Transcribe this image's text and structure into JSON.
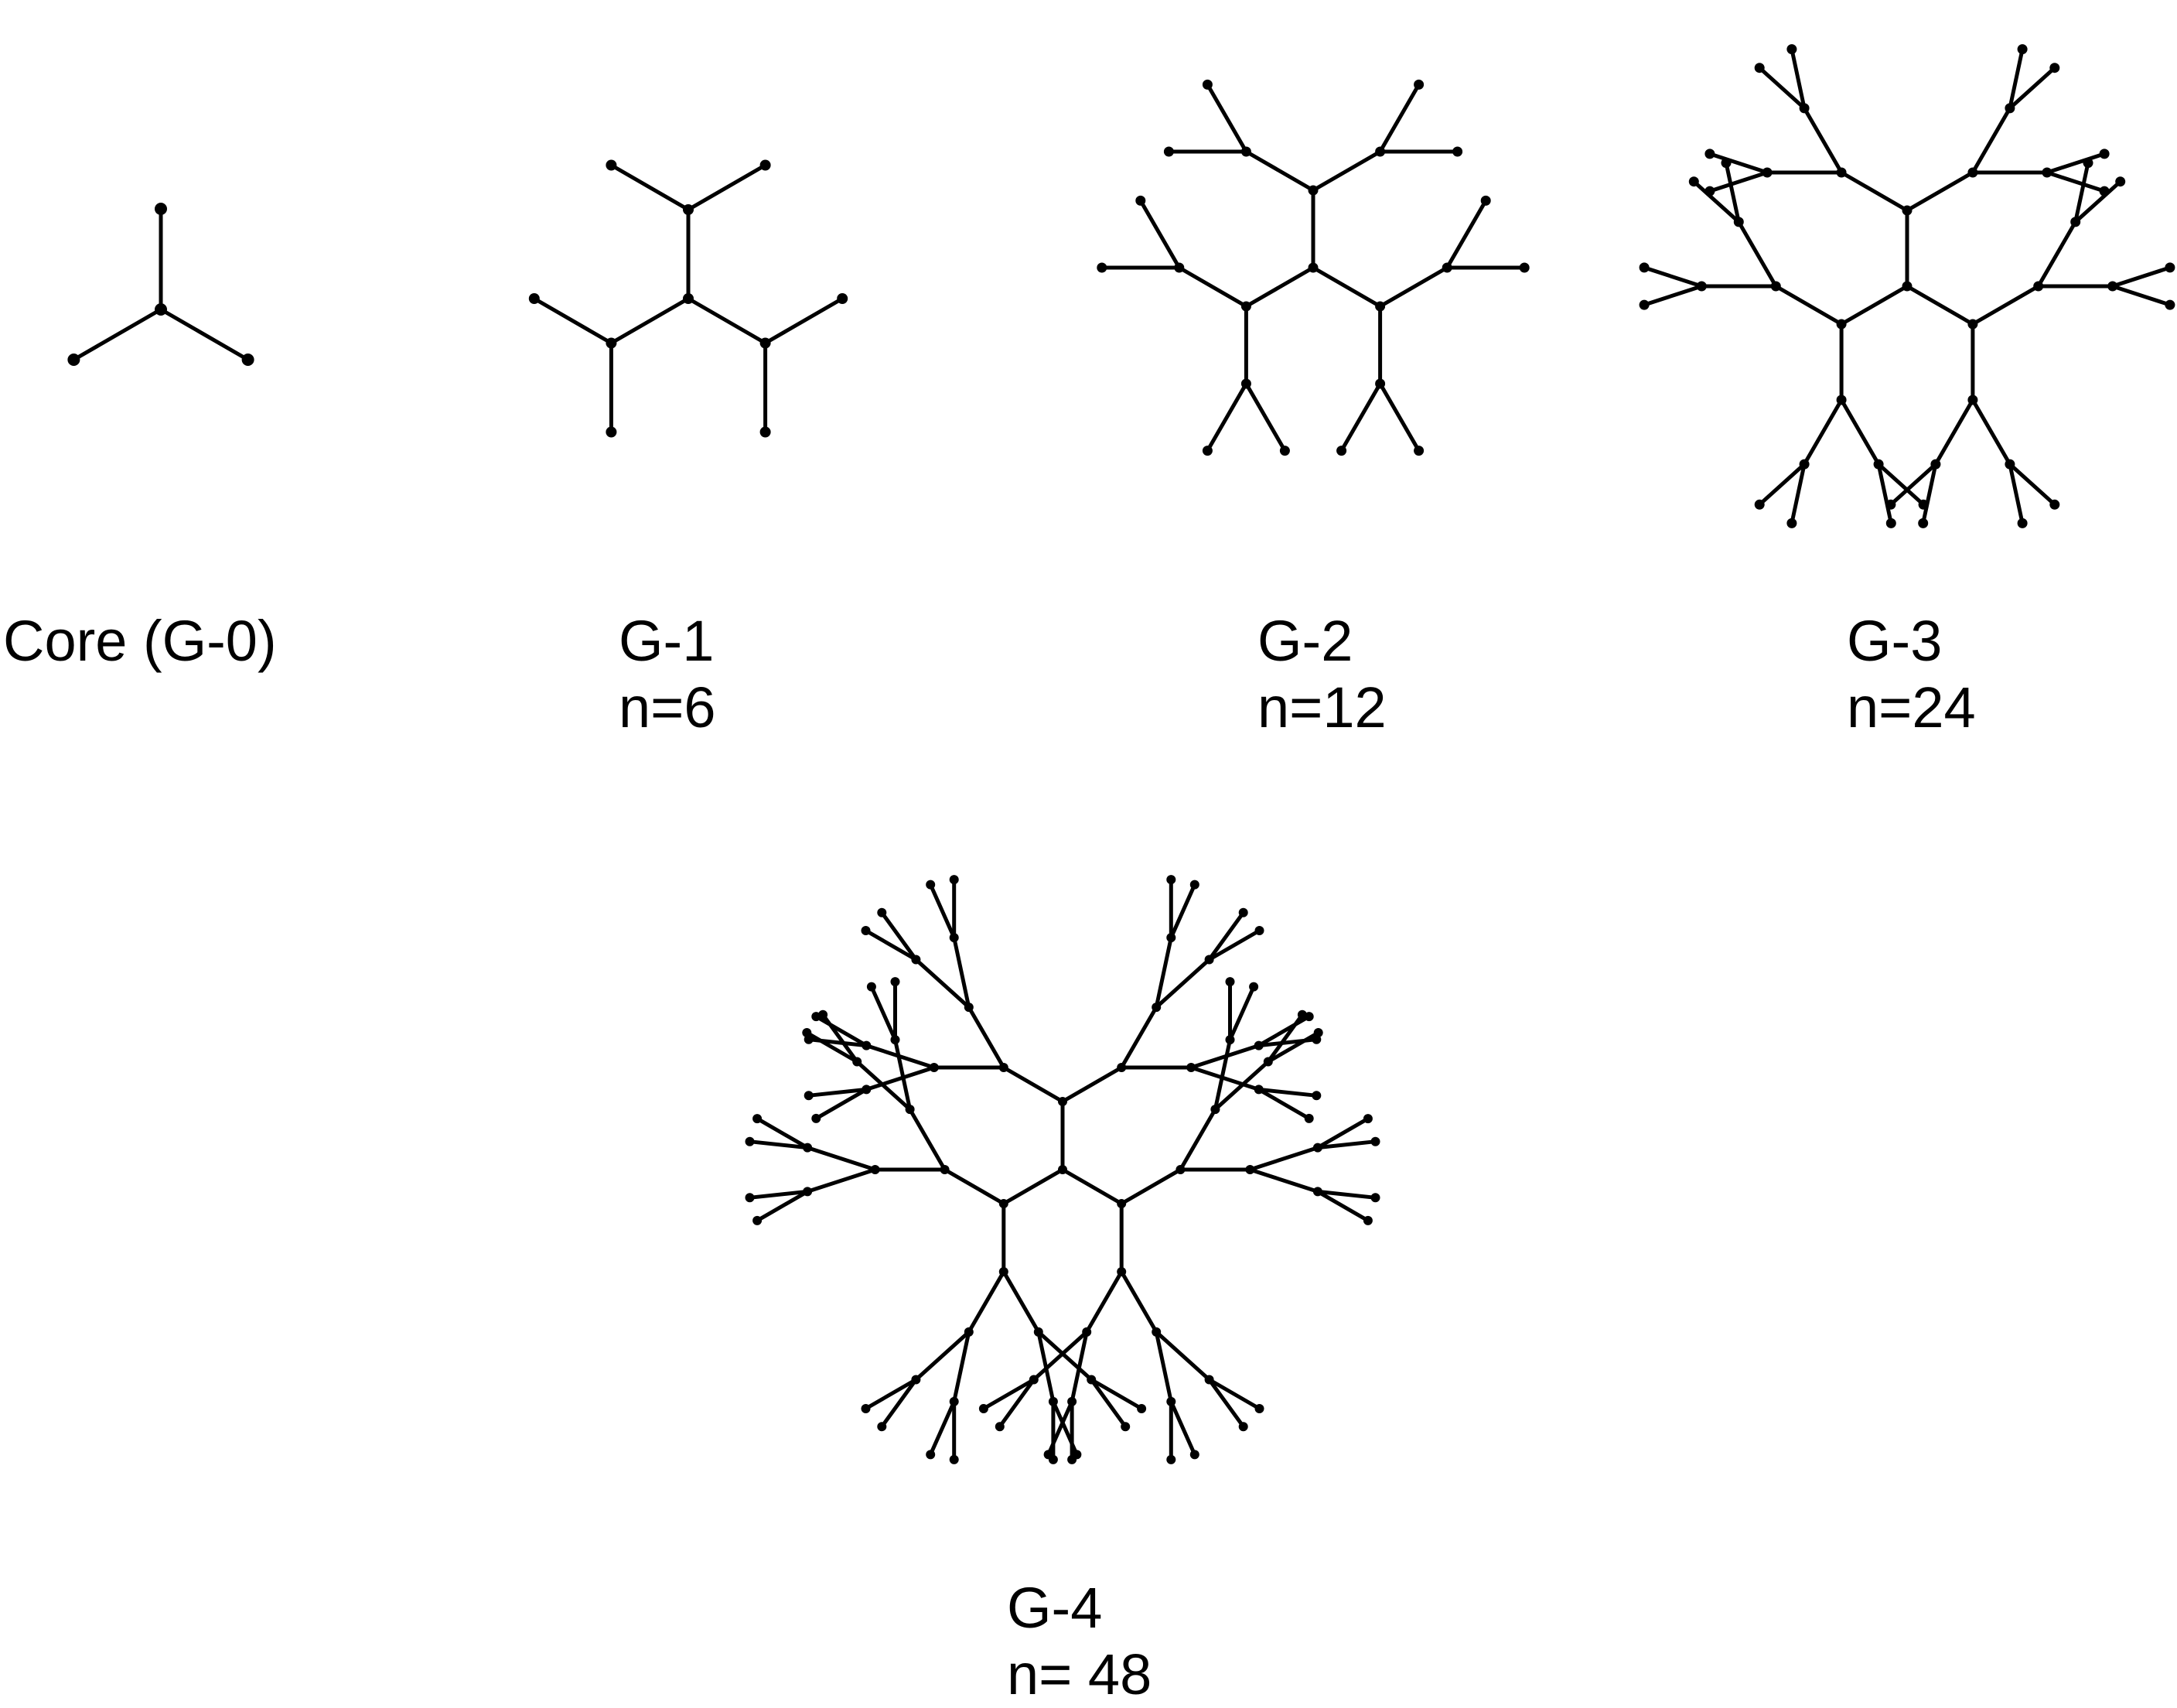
{
  "colors": {
    "ink": "#000000",
    "background": "#ffffff"
  },
  "panels": [
    {
      "id": "g0",
      "title": "Core (G-0)",
      "count_label": ""
    },
    {
      "id": "g1",
      "title": "G-1",
      "count_label": "n=6"
    },
    {
      "id": "g2",
      "title": "G-2",
      "count_label": "n=12"
    },
    {
      "id": "g3",
      "title": "G-3",
      "count_label": "n=24"
    },
    {
      "id": "g4",
      "title": "G-4",
      "count_label": "n= 48"
    }
  ]
}
